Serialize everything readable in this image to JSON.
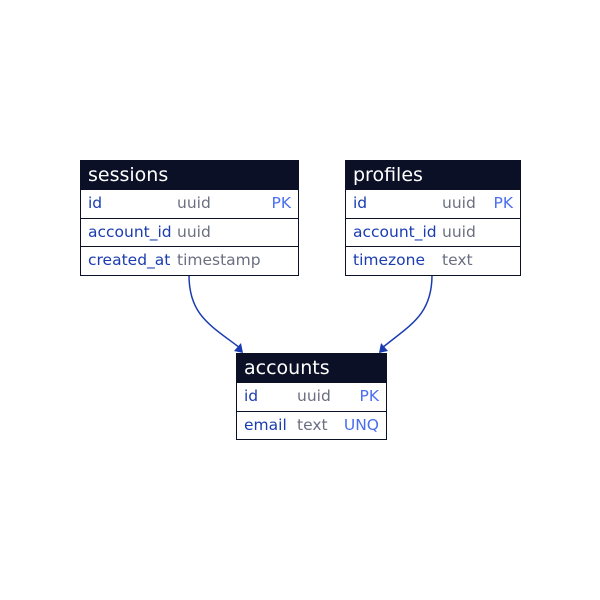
{
  "tables": {
    "sessions": {
      "name": "sessions",
      "rows": [
        {
          "name": "id",
          "type": "uuid",
          "key": "PK"
        },
        {
          "name": "account_id",
          "type": "uuid",
          "key": ""
        },
        {
          "name": "created_at",
          "type": "timestamp",
          "key": ""
        }
      ]
    },
    "profiles": {
      "name": "profiles",
      "rows": [
        {
          "name": "id",
          "type": "uuid",
          "key": "PK"
        },
        {
          "name": "account_id",
          "type": "uuid",
          "key": ""
        },
        {
          "name": "timezone",
          "type": "text",
          "key": ""
        }
      ]
    },
    "accounts": {
      "name": "accounts",
      "rows": [
        {
          "name": "id",
          "type": "uuid",
          "key": "PK"
        },
        {
          "name": "email",
          "type": "text",
          "key": "UNQ"
        }
      ]
    }
  },
  "relations": [
    {
      "from": "sessions.account_id",
      "to": "accounts.id"
    },
    {
      "from": "profiles.account_id",
      "to": "accounts.id"
    }
  ],
  "colors": {
    "header": "#0b1026",
    "field": "#1a3cb0",
    "type": "#6b6f80",
    "key": "#4a6ef0",
    "edge": "#1a3cb0"
  }
}
